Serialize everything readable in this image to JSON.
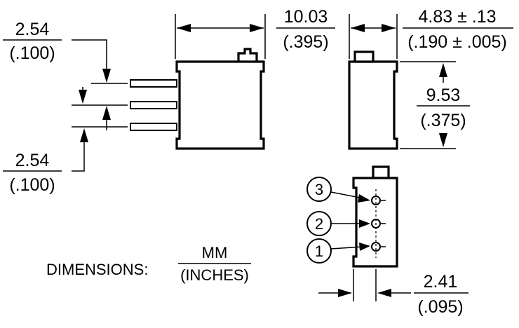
{
  "dimensions": {
    "pin_pitch_top": {
      "mm": "2.54",
      "inch": "(.100)"
    },
    "pin_pitch_bottom": {
      "mm": "2.54",
      "inch": "(.100)"
    },
    "body_width": {
      "mm": "10.03",
      "inch": "(.395)"
    },
    "body_depth": {
      "mm": "4.83 ± .13",
      "inch": "(.190 ± .005)"
    },
    "body_height": {
      "mm": "9.53",
      "inch": "(.375)"
    },
    "pin_offset": {
      "mm": "2.41",
      "inch": "(.095)"
    }
  },
  "legend": {
    "label": "DIMENSIONS:",
    "unit_top": "MM",
    "unit_bottom": "(INCHES)"
  },
  "pins": [
    "3",
    "2",
    "1"
  ]
}
